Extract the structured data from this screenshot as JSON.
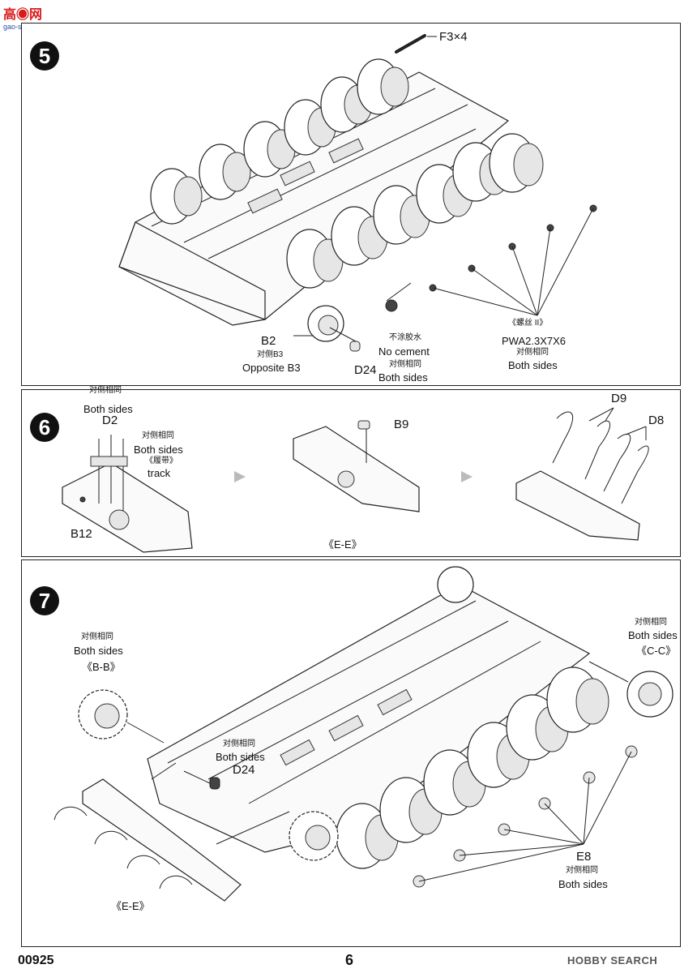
{
  "watermark_top": {
    "glyphs": "高◉网",
    "domain": "gao-shou.com"
  },
  "footer": {
    "code": "00925",
    "page": "6",
    "site": "HOBBY SEARCH"
  },
  "step5": {
    "number": "5",
    "f3": "F3×4",
    "b2": "B2",
    "opp_cn": "对侧B3",
    "opp_en": "Opposite B3",
    "d24": "D24",
    "nocement_cn": "不涂胶水",
    "nocement_en": "No cement",
    "both_cn": "对侧相同",
    "both_en": "Both sides",
    "screw_cn": "《螺丝 II》",
    "screw_code": "PWA2.3X7X6",
    "screw_both_cn": "对侧相同",
    "screw_both_en": "Both sides"
  },
  "step6": {
    "number": "6",
    "both_cn_1": "对侧相同",
    "both_en_1": "Both sides",
    "d2": "D2",
    "both_cn_2": "对侧相同",
    "both_en_2": "Both sides",
    "track_cn": "《履带》",
    "track_en": "track",
    "b12": "B12",
    "b9": "B9",
    "ee": "《E-E》",
    "d9": "D9",
    "d8": "D8"
  },
  "step7": {
    "number": "7",
    "bb_both_cn": "对侧相同",
    "bb_both_en": "Both sides",
    "bb": "《B-B》",
    "d24_both_cn": "对侧相同",
    "d24_both_en": "Both sides",
    "d24": "D24",
    "cc_both_cn": "对侧相同",
    "cc_both_en": "Both sides",
    "cc": "《C-C》",
    "e8": "E8",
    "e8_both_cn": "对侧相同",
    "e8_both_en": "Both sides",
    "ee": "《E-E》"
  }
}
